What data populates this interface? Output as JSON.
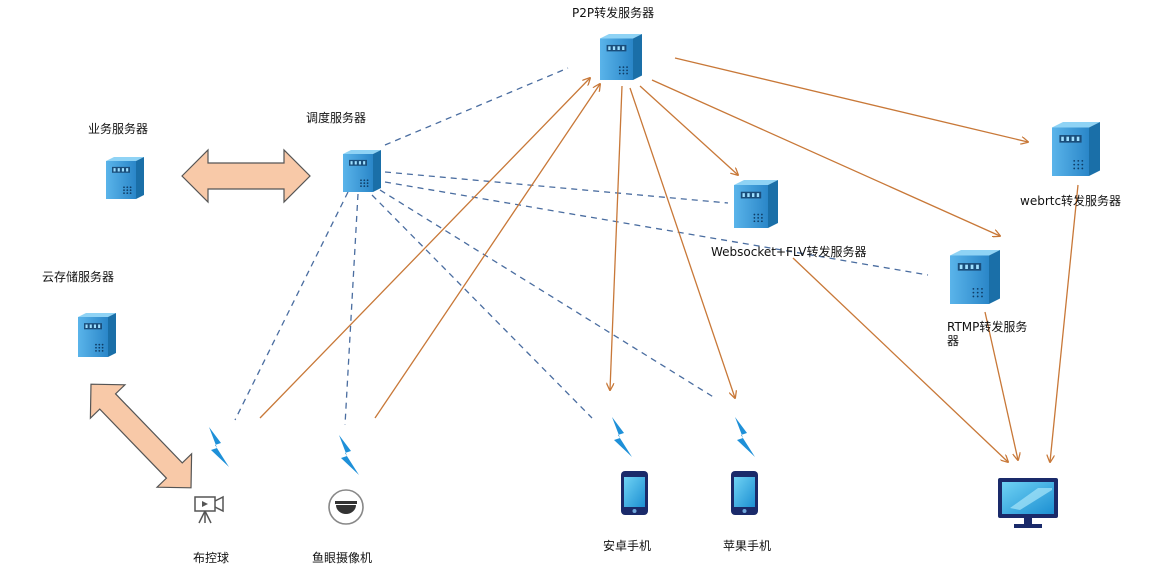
{
  "colors": {
    "server_front": "#2e8fd0",
    "server_side": "#1a6fa8",
    "server_top": "#8fd3f5",
    "dashed_link": "#4a6da0",
    "solid_link": "#c87838",
    "double_arrow_fill": "#f8c9a8",
    "double_arrow_stroke": "#555555",
    "bolt": "#1e90d8",
    "device_icon": "#555555"
  },
  "nodes": {
    "p2p_server": {
      "label": "P2P转发服务器",
      "icon": "server-icon"
    },
    "business_server": {
      "label": "业务服务器",
      "icon": "server-icon"
    },
    "dispatch_server": {
      "label": "调度服务器",
      "icon": "server-icon"
    },
    "websocket_server": {
      "label": "Websocket+FLV转发服务器",
      "icon": "server-icon"
    },
    "webrtc_server": {
      "label": "webrtc转发服务器",
      "icon": "server-icon"
    },
    "rtmp_server": {
      "label": "RTMP转发服务器",
      "icon": "server-icon"
    },
    "cloud_storage_server": {
      "label": "云存储服务器",
      "icon": "server-icon"
    },
    "ptz_camera": {
      "label": "布控球",
      "icon": "camera-icon"
    },
    "fisheye_camera": {
      "label": "鱼眼摄像机",
      "icon": "fisheye-camera-icon"
    },
    "android_phone": {
      "label": "安卓手机",
      "icon": "phone-icon"
    },
    "apple_phone": {
      "label": "苹果手机",
      "icon": "phone-icon"
    },
    "pc_monitor": {
      "label": "",
      "icon": "monitor-icon"
    }
  }
}
